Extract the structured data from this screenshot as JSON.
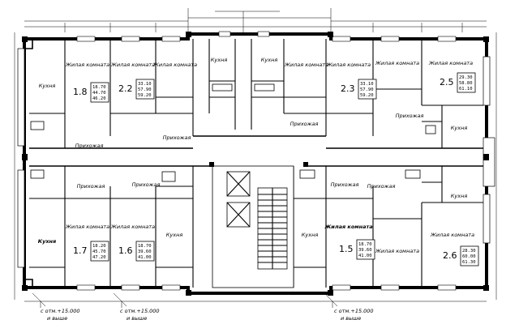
{
  "rooms": {
    "living": "Жилая комната",
    "kitchen": "Кухня",
    "hall": "Прихожая"
  },
  "apartments": {
    "a18": {
      "number": "1.8",
      "areas": [
        "18.70",
        "44.70",
        "46.20"
      ]
    },
    "a22": {
      "number": "2.2",
      "areas": [
        "33.10",
        "57.90",
        "59.20"
      ]
    },
    "a23": {
      "number": "2.3",
      "areas": [
        "33.10",
        "57.90",
        "59.20"
      ]
    },
    "a25": {
      "number": "2.5",
      "areas": [
        "29.30",
        "58.80",
        "61.10"
      ]
    },
    "a17": {
      "number": "1.7",
      "areas": [
        "18.20",
        "45.70",
        "47.20"
      ]
    },
    "a16": {
      "number": "1.6",
      "areas": [
        "18.70",
        "39.60",
        "41.00"
      ]
    },
    "a15": {
      "number": "1.5",
      "areas": [
        "18.70",
        "39.60",
        "41.00"
      ]
    },
    "a26": {
      "number": "2.6",
      "areas": [
        "28.30",
        "60.00",
        "61.30"
      ]
    }
  },
  "notes": {
    "elevation": "с отм.+15.000",
    "above": "и выше"
  }
}
